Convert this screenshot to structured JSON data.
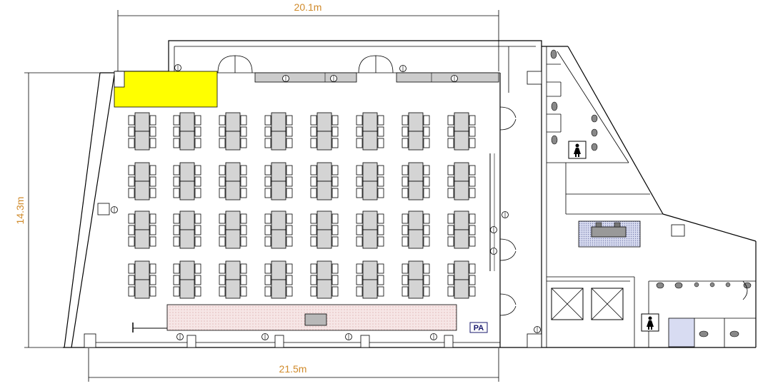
{
  "dimensions": {
    "top_width": "20.1m",
    "bottom_width": "21.5m",
    "left_height": "14.3m"
  },
  "labels": {
    "pa": "PA"
  },
  "icons": {
    "restroom_upper": "female-restroom-icon",
    "restroom_lower": "female-restroom-icon"
  },
  "colors": {
    "highlight_area": "#ffff00",
    "stage": "#f3dede",
    "dimension": "#d08a2a",
    "table": "#d4d4d4",
    "reception": "#9aa0c8",
    "lower_room": "#d8dcf2"
  },
  "seating": {
    "rows": 4,
    "columns": 8,
    "group_count": 32
  }
}
